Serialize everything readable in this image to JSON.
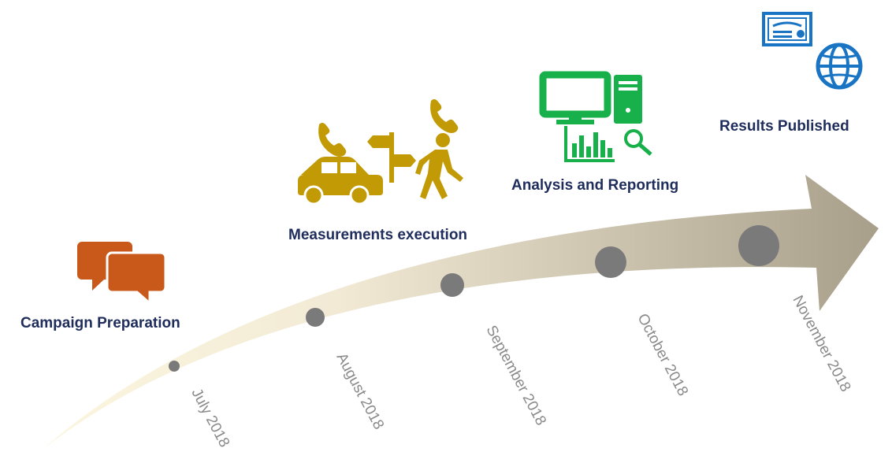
{
  "phases": [
    {
      "label": "Campaign Preparation",
      "icon": "speech-bubbles-icon"
    },
    {
      "label": "Measurements execution",
      "icon": "drive-walk-test-icon"
    },
    {
      "label": "Analysis and Reporting",
      "icon": "computer-analytics-icon"
    },
    {
      "label": "Results Published",
      "icon": "certificate-globe-icon"
    }
  ],
  "months": [
    "July 2018",
    "August 2018",
    "September 2018",
    "October 2018",
    "November 2018"
  ],
  "colors": {
    "phase_text": "#1f2d5c",
    "month_text": "#8a8a8a",
    "milestone": "#7a7a7a",
    "arrow_start": "#f8f0cf",
    "arrow_end": "#a89f8a",
    "preparation": "#c8591a",
    "execution": "#c19a05",
    "analysis": "#18b04a",
    "published": "#1a74c4"
  }
}
